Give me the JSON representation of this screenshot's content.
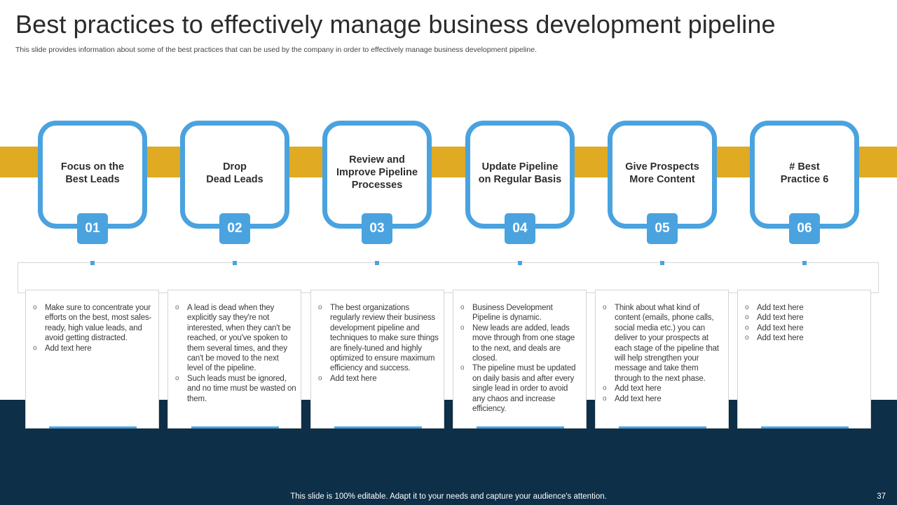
{
  "title": "Best practices to effectively manage business development pipeline",
  "subtitle": "This slide provides information about some of the best practices that can be used by the company in order to effectively  manage business development pipeline.",
  "colors": {
    "accent_blue": "#4aa3df",
    "gold": "#e0aa22",
    "navy": "#0d2f48"
  },
  "bullet_icon": "circle-bullet-icon",
  "bullet_glyph": "o",
  "practices": [
    {
      "number": "01",
      "title": "Focus on the\nBest Leads",
      "bullets": [
        "Make sure to concentrate your efforts on the best, most sales-ready, high value leads, and avoid getting distracted.",
        "Add text here"
      ]
    },
    {
      "number": "02",
      "title": "Drop\nDead Leads",
      "bullets": [
        "A lead is dead when they explicitly say they're not interested, when they can't be reached, or you've spoken to them several times, and they can't be moved to the next level of the pipeline.",
        "Such leads must be ignored, and no time must be wasted on them."
      ]
    },
    {
      "number": "03",
      "title": "Review and\nImprove Pipeline\nProcesses",
      "bullets": [
        "The best organizations regularly review their business development pipeline and techniques to make sure things are finely-tuned and highly optimized to ensure maximum efficiency and success.",
        "Add text here"
      ]
    },
    {
      "number": "04",
      "title": "Update Pipeline\non Regular Basis",
      "bullets": [
        "Business Development Pipeline is dynamic.",
        "New leads are added, leads move through from one stage to the next, and deals are closed.",
        "The pipeline must be updated on daily basis and after every  single lead in order to  avoid any chaos and increase efficiency."
      ]
    },
    {
      "number": "05",
      "title": "Give Prospects\nMore Content",
      "bullets": [
        "Think about what kind of content (emails, phone calls, social media etc.) you can deliver to your prospects at each stage of the pipeline that will help strengthen your message and take them through to the next phase.",
        "Add text here",
        "Add text here"
      ]
    },
    {
      "number": "06",
      "title": "# Best\nPractice 6",
      "bullets": [
        "Add text here",
        "Add text here",
        "Add text here",
        "Add text here"
      ]
    }
  ],
  "footer": "This slide is 100% editable. Adapt it to your needs and capture your audience's attention.",
  "page_number": "37"
}
